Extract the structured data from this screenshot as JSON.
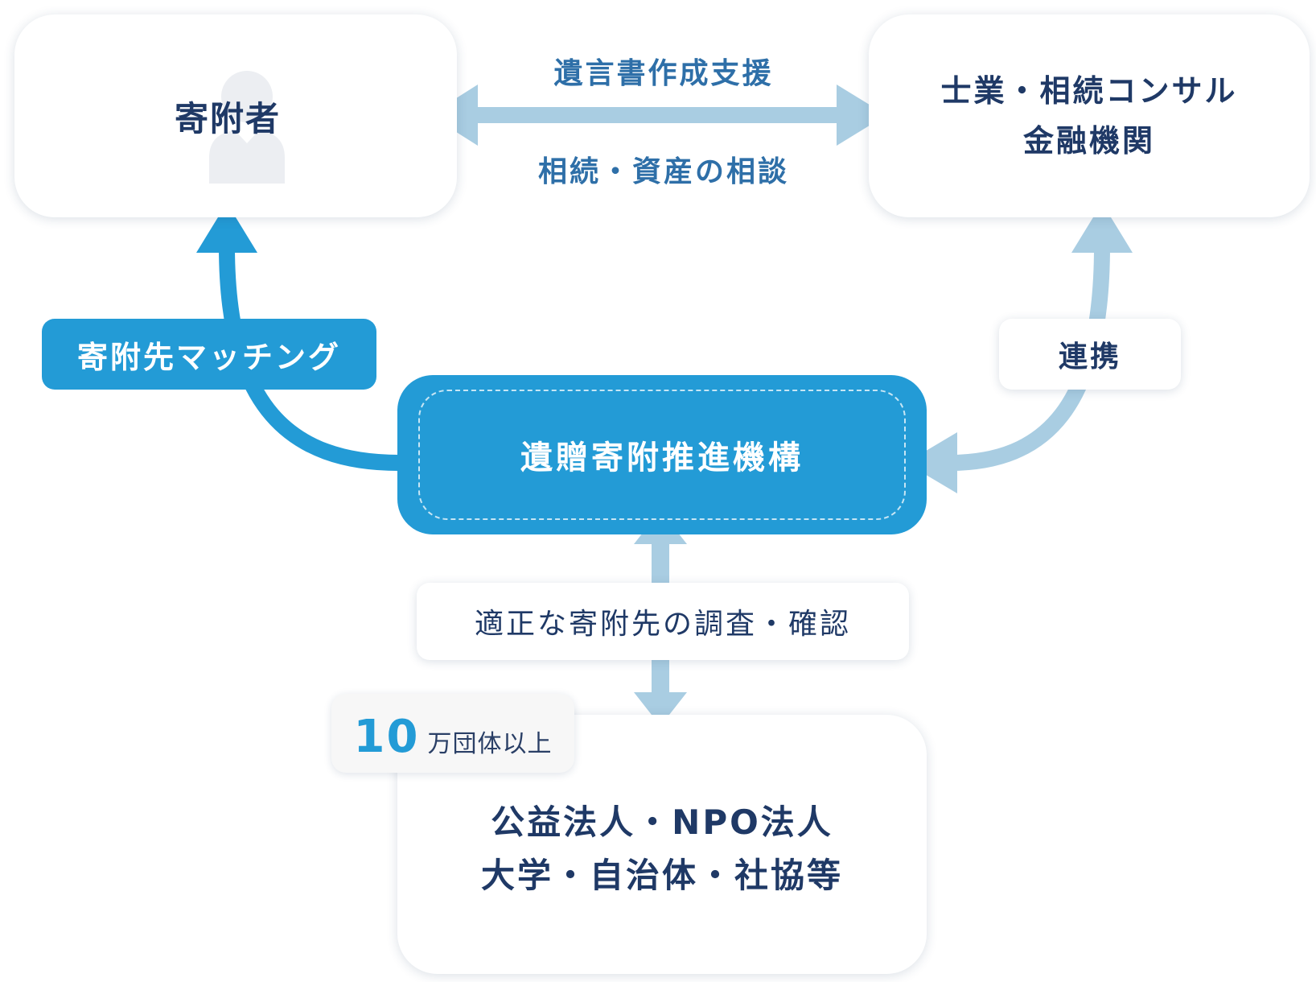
{
  "colors": {
    "primary": "#239bd6",
    "light_arrow": "#a9cde2",
    "navy_text": "#1f3966",
    "mid_text": "#2e6fa8",
    "figure": "#eceef2"
  },
  "donor": {
    "title": "寄附者",
    "icon": "person-silhouette-icon"
  },
  "professionals": {
    "line1": "士業・相続コンサル",
    "line2": "金融機関"
  },
  "exchange": {
    "top_label": "遺言書作成支援",
    "bottom_label": "相続・資産の相談"
  },
  "matching": {
    "label": "寄附先マッチング"
  },
  "partnership": {
    "label": "連携"
  },
  "center": {
    "title": "遺贈寄附推進機構"
  },
  "survey": {
    "label": "適正な寄附先の調査・確認"
  },
  "count": {
    "number": "10",
    "unit": "万団体以上"
  },
  "recipients": {
    "line1": "公益法人・NPO法人",
    "line2": "大学・自治体・社協等"
  }
}
